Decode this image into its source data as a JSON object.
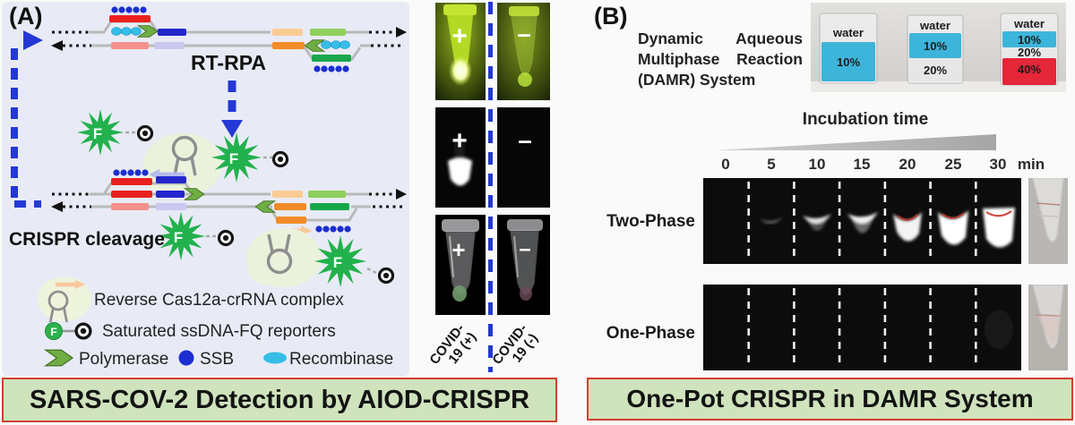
{
  "panel_a": {
    "label": "(A)",
    "rt_rpa_label": "RT-RPA",
    "crispr_cleavage_label": "CRISPR cleavage",
    "fluorophore_letter": "F",
    "legend": {
      "cas12a": "Reverse Cas12a-crRNA complex",
      "reporters": "Saturated ssDNA-FQ reporters",
      "polymerase": "Polymerase",
      "ssb": "SSB",
      "recombinase": "Recombinase"
    },
    "results": {
      "positive_mark": "+",
      "negative_mark": "–",
      "covid_pos_line1": "COVID-",
      "covid_pos_line2": "19 (+)",
      "covid_neg_line1": "COVID-",
      "covid_neg_line2": "19 (-)"
    },
    "banner": "SARS-COV-2 Detection by AIOD-CRISPR"
  },
  "panel_b": {
    "label": "(B)",
    "desc": [
      [
        "Dynamic",
        "Aqueous"
      ],
      [
        "Multiphase",
        "Reaction"
      ],
      [
        "(DAMR) System"
      ]
    ],
    "vials": [
      {
        "name": "water",
        "labels": [
          "10%"
        ]
      },
      {
        "name": "water",
        "labels": [
          "10%",
          "20%"
        ]
      },
      {
        "name": "water",
        "labels": [
          "10%",
          "20%",
          "40%"
        ]
      }
    ],
    "incubation_label": "Incubation time",
    "ticks": [
      "0",
      "5",
      "10",
      "15",
      "20",
      "25",
      "30",
      "min"
    ],
    "rows": [
      "Two-Phase",
      "One-Phase"
    ],
    "banner": "One-Pot CRISPR in DAMR System"
  },
  "colors": {
    "panel_a_bg": "#e8ebf5",
    "banner_bg": "#cfe3bd",
    "banner_border": "#d2402e",
    "accent_blue": "#2438d6",
    "fluor_green": "#22b14c",
    "water_blue": "#3db5da",
    "dye_red": "#e62639"
  }
}
